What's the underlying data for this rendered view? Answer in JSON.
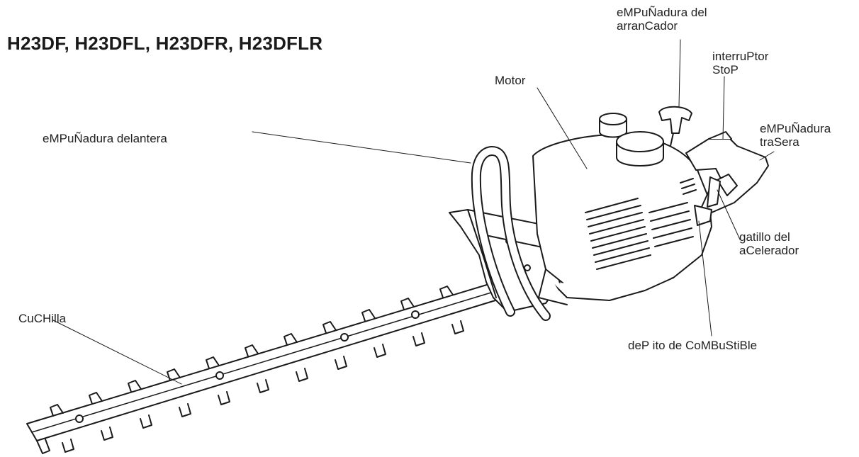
{
  "title": "H23DF, H23DFL, H23DFR, H23DFLR",
  "labels": {
    "starter_handle": [
      "eMPuÑadura del",
      "arranCador"
    ],
    "stop_switch": [
      "interruPtor",
      "StoP"
    ],
    "motor": "Motor",
    "front_handle": "eMPuÑadura delantera",
    "rear_handle": [
      "eMPuÑadura",
      "traSera"
    ],
    "throttle_trigger": [
      "gatillo del",
      "aCelerador"
    ],
    "blade": "CuCHilla",
    "fuel_tank": "deP ito de CoMBuStiBle"
  }
}
